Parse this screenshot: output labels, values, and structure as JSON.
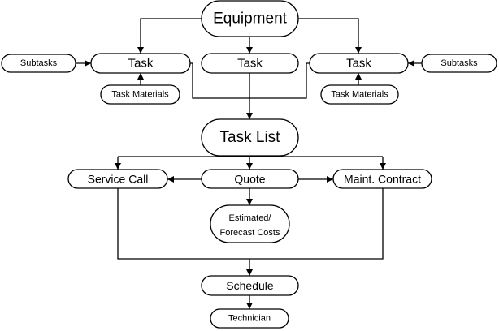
{
  "diagram": {
    "equipment": "Equipment",
    "task_left": "Task",
    "task_center": "Task",
    "task_right": "Task",
    "subtasks_left": "Subtasks",
    "subtasks_right": "Subtasks",
    "task_materials_left": "Task Materials",
    "task_materials_right": "Task Materials",
    "task_list": "Task List",
    "service_call": "Service Call",
    "quote": "Quote",
    "maint_contract": "Maint. Contract",
    "estimated_line1": "Estimated/",
    "estimated_line2": "Forecast Costs",
    "schedule": "Schedule",
    "technician": "Technician"
  }
}
